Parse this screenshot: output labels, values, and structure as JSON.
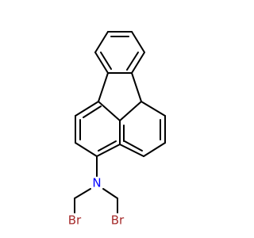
{
  "colors": {
    "bond": "#000000",
    "bromine": "#a52a2a",
    "nitrogen": "#0000ff",
    "background": "#ffffff"
  },
  "atoms": {
    "nitrogen": "N",
    "bromine_left": "Br",
    "bromine_right": "Br"
  }
}
